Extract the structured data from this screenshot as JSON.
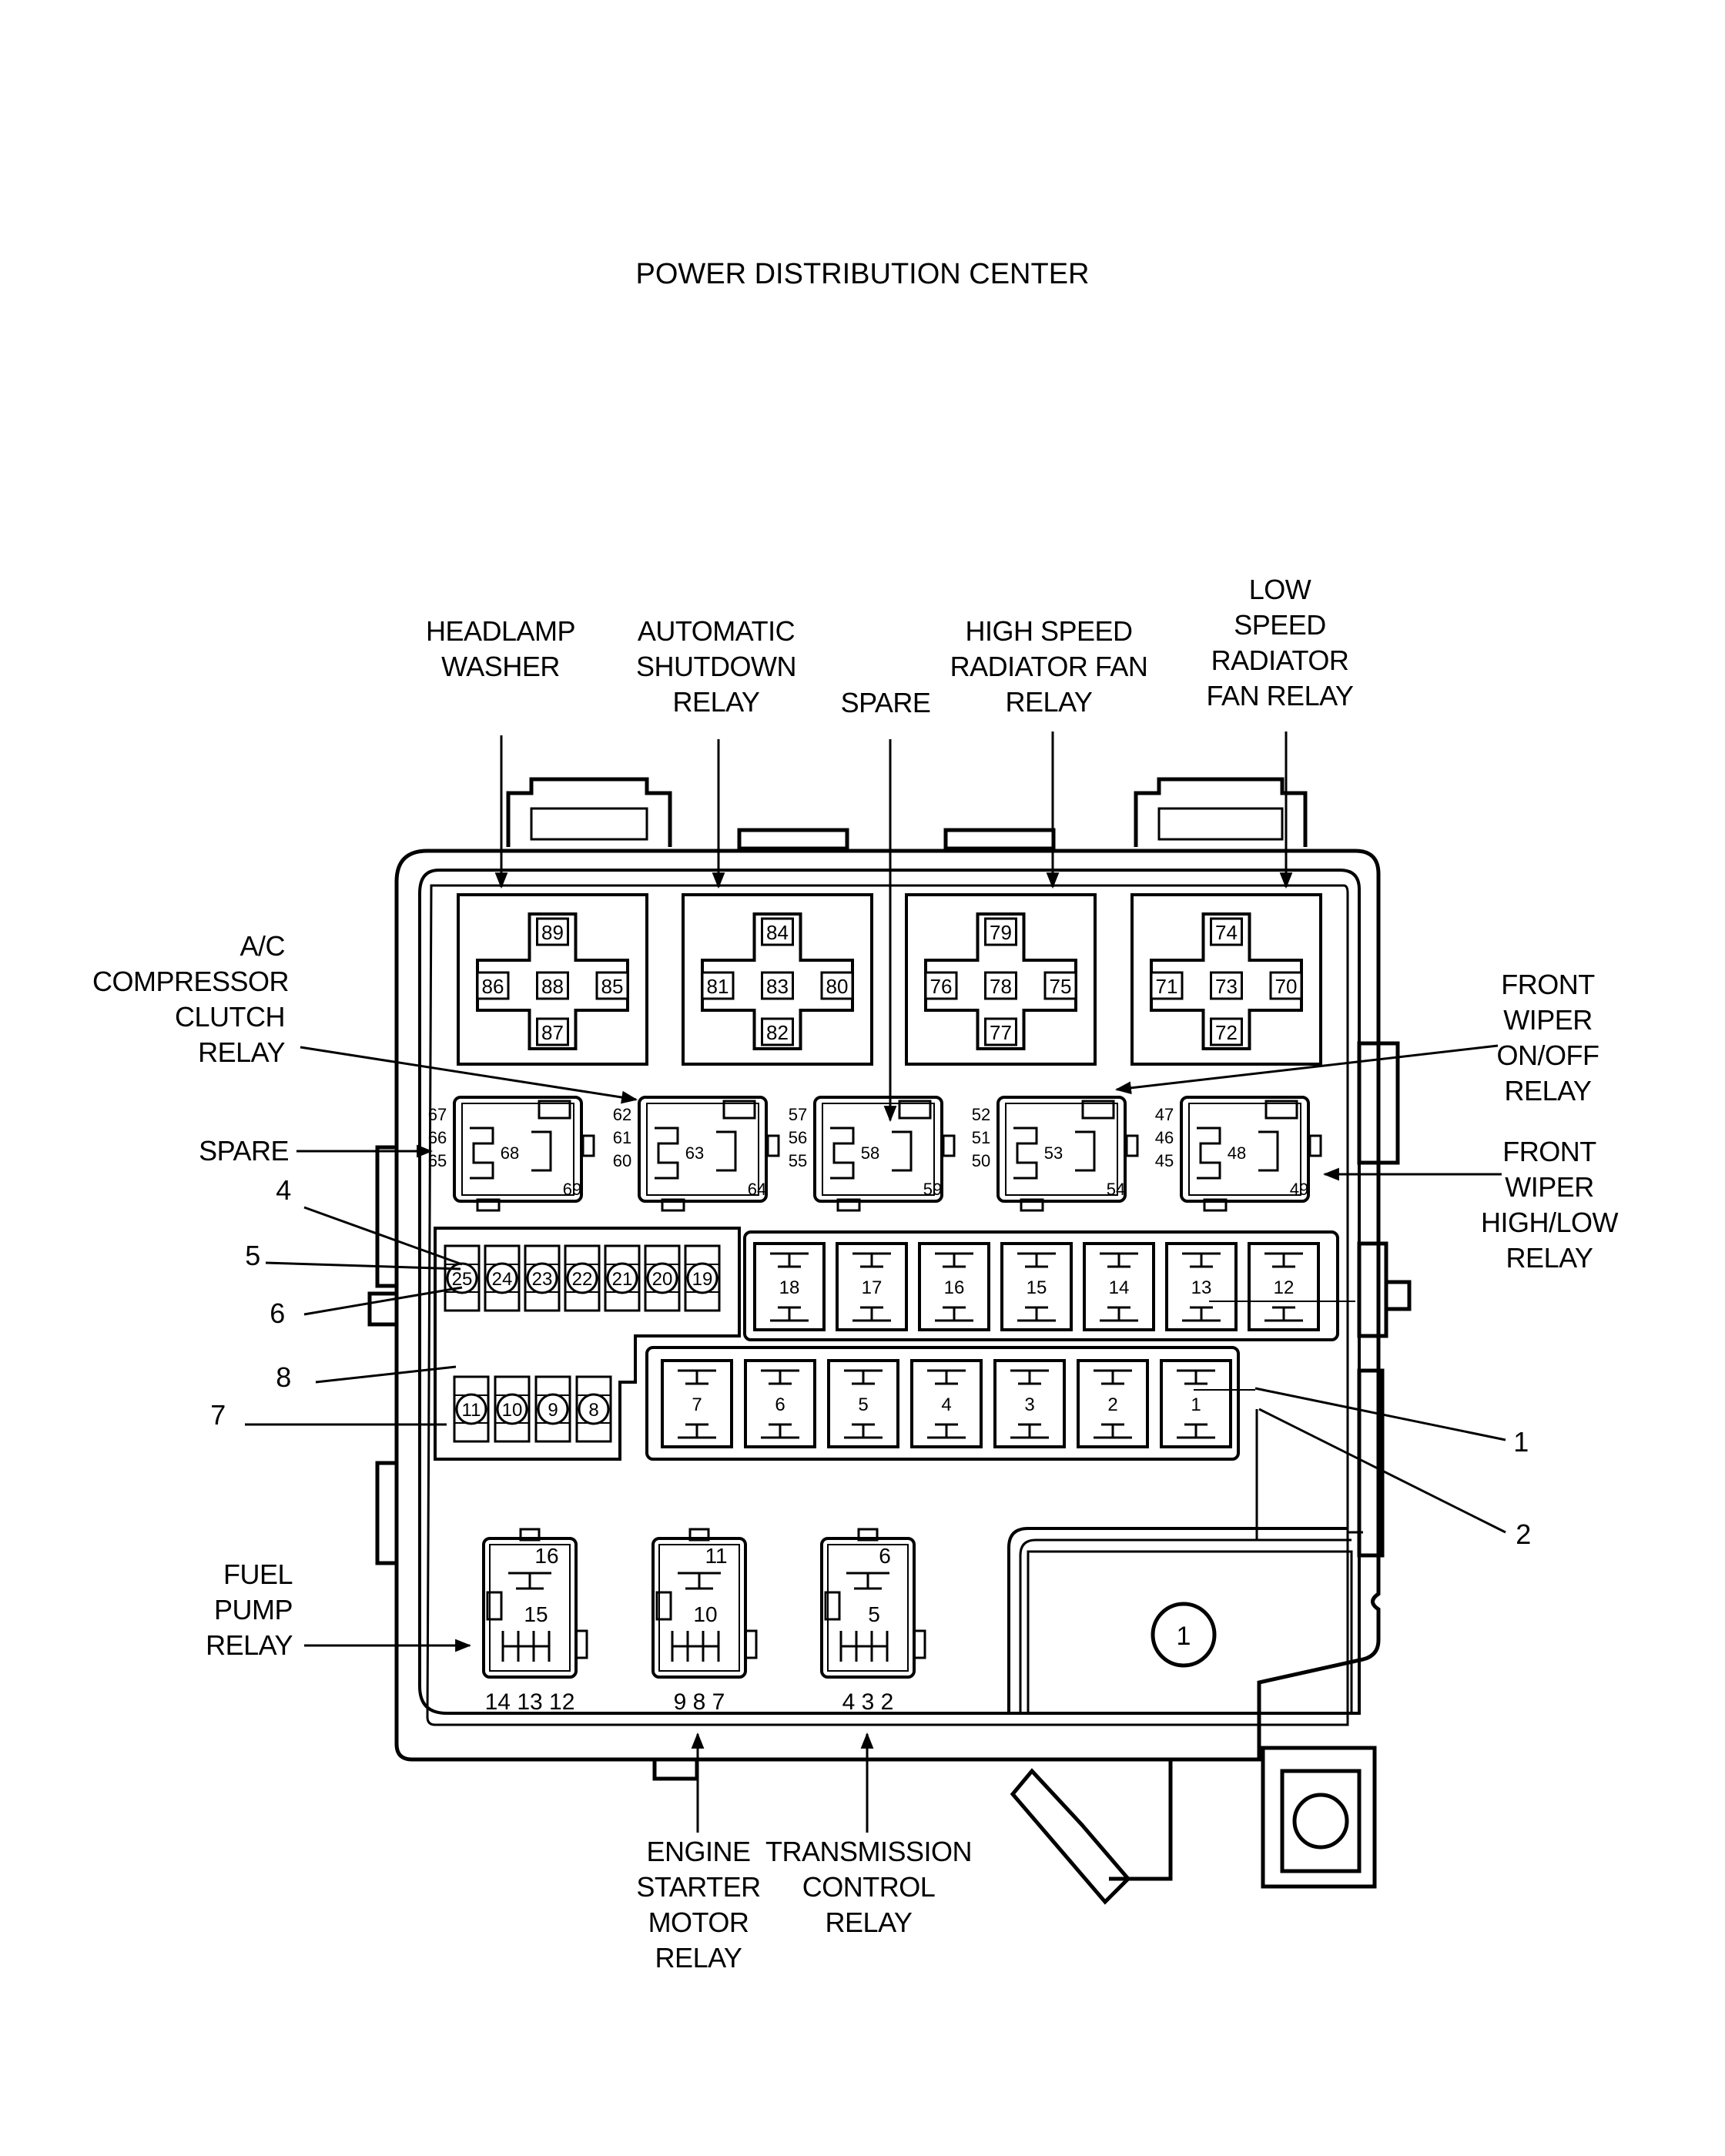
{
  "title": "POWER DISTRIBUTION CENTER",
  "callouts": {
    "headlamp_washer": [
      "HEADLAMP",
      "WASHER"
    ],
    "asd_relay": [
      "AUTOMATIC",
      "SHUTDOWN",
      "RELAY"
    ],
    "spare_top": [
      "SPARE"
    ],
    "high_speed_fan": [
      "HIGH  SPEED",
      "RADIATOR  FAN",
      "RELAY"
    ],
    "low_speed_fan": [
      "LOW",
      "SPEED",
      "RADIATOR",
      "FAN  RELAY"
    ],
    "ac_clutch": [
      "A/C",
      "COMPRESSOR",
      "CLUTCH",
      "RELAY"
    ],
    "spare_left": [
      "SPARE"
    ],
    "front_wiper_onoff": [
      "FRONT",
      "WIPER",
      "ON/OFF",
      "RELAY"
    ],
    "front_wiper_hilo": [
      "FRONT",
      "WIPER",
      "HIGH/LOW",
      "RELAY"
    ],
    "fuel_pump": [
      "FUEL",
      "PUMP",
      "RELAY"
    ],
    "starter": [
      "ENGINE",
      "STARTER",
      "MOTOR",
      "RELAY"
    ],
    "trans_control": [
      "TRANSMISSION",
      "CONTROL",
      "RELAY"
    ]
  },
  "ref_numbers": {
    "n1": "1",
    "n2": "2",
    "n4": "4",
    "n5": "5",
    "n6": "6",
    "n7": "7",
    "n8": "8"
  },
  "large_relays": [
    {
      "top": "89",
      "left": "86",
      "center": "88",
      "right": "85",
      "bottom": "87"
    },
    {
      "top": "84",
      "left": "81",
      "center": "83",
      "right": "80",
      "bottom": "82"
    },
    {
      "top": "79",
      "left": "76",
      "center": "78",
      "right": "75",
      "bottom": "77"
    },
    {
      "top": "74",
      "left": "71",
      "center": "73",
      "right": "70",
      "bottom": "72"
    }
  ],
  "mini_relays": [
    {
      "side": [
        "67",
        "66",
        "65"
      ],
      "center": "68",
      "corner": "69"
    },
    {
      "side": [
        "62",
        "61",
        "60"
      ],
      "center": "63",
      "corner": "64"
    },
    {
      "side": [
        "57",
        "56",
        "55"
      ],
      "center": "58",
      "corner": "59"
    },
    {
      "side": [
        "52",
        "51",
        "50"
      ],
      "center": "53",
      "corner": "54"
    },
    {
      "side": [
        "47",
        "46",
        "45"
      ],
      "center": "48",
      "corner": "49"
    }
  ],
  "small_fuses_top": [
    "25",
    "24",
    "23",
    "22",
    "21",
    "20",
    "19"
  ],
  "small_fuses_bottom": [
    "11",
    "10",
    "9",
    "8"
  ],
  "maxi_fuses_top": [
    "18",
    "17",
    "16",
    "15",
    "14",
    "13",
    "12"
  ],
  "maxi_fuses_bottom": [
    "7",
    "6",
    "5",
    "4",
    "3",
    "2",
    "1"
  ],
  "bottom_relays": [
    {
      "top": "16",
      "mid": "15",
      "pins": "14 13 12"
    },
    {
      "top": "11",
      "mid": "10",
      "pins": "9  8  7"
    },
    {
      "top": "6",
      "mid": "5",
      "pins": "4  3  2"
    }
  ],
  "stud_label": "1"
}
